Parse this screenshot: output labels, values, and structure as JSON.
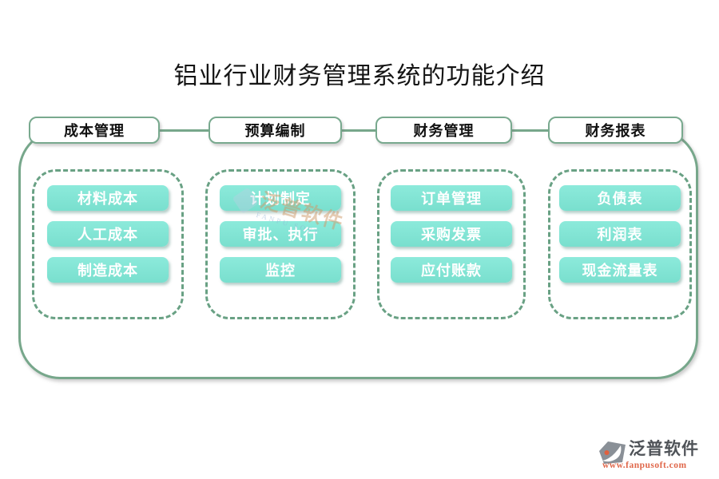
{
  "title": "铝业行业财务管理系统的功能介绍",
  "columns": [
    {
      "header": "成本管理",
      "items": [
        "材料成本",
        "人工成本",
        "制造成本"
      ]
    },
    {
      "header": "预算编制",
      "items": [
        "计划制定",
        "审批、执行",
        "监控"
      ]
    },
    {
      "header": "财务管理",
      "items": [
        "订单管理",
        "采购发票",
        "应付账款"
      ]
    },
    {
      "header": "财务报表",
      "items": [
        "负债表",
        "利润表",
        "现金流量表"
      ]
    }
  ],
  "watermark": {
    "text": "泛普软件",
    "subtext": "FANPU SOFT"
  },
  "logo": {
    "name": "泛普软件",
    "url": "www.fanpusoft.com"
  },
  "colors": {
    "button_fill": "#7fe2d2",
    "outline_green": "#77a78b",
    "dashed_green": "#69a184",
    "tab_border_green": "#78a98e",
    "logo_text_gray": "#4f5358",
    "logo_url_orange": "#e0674a"
  }
}
